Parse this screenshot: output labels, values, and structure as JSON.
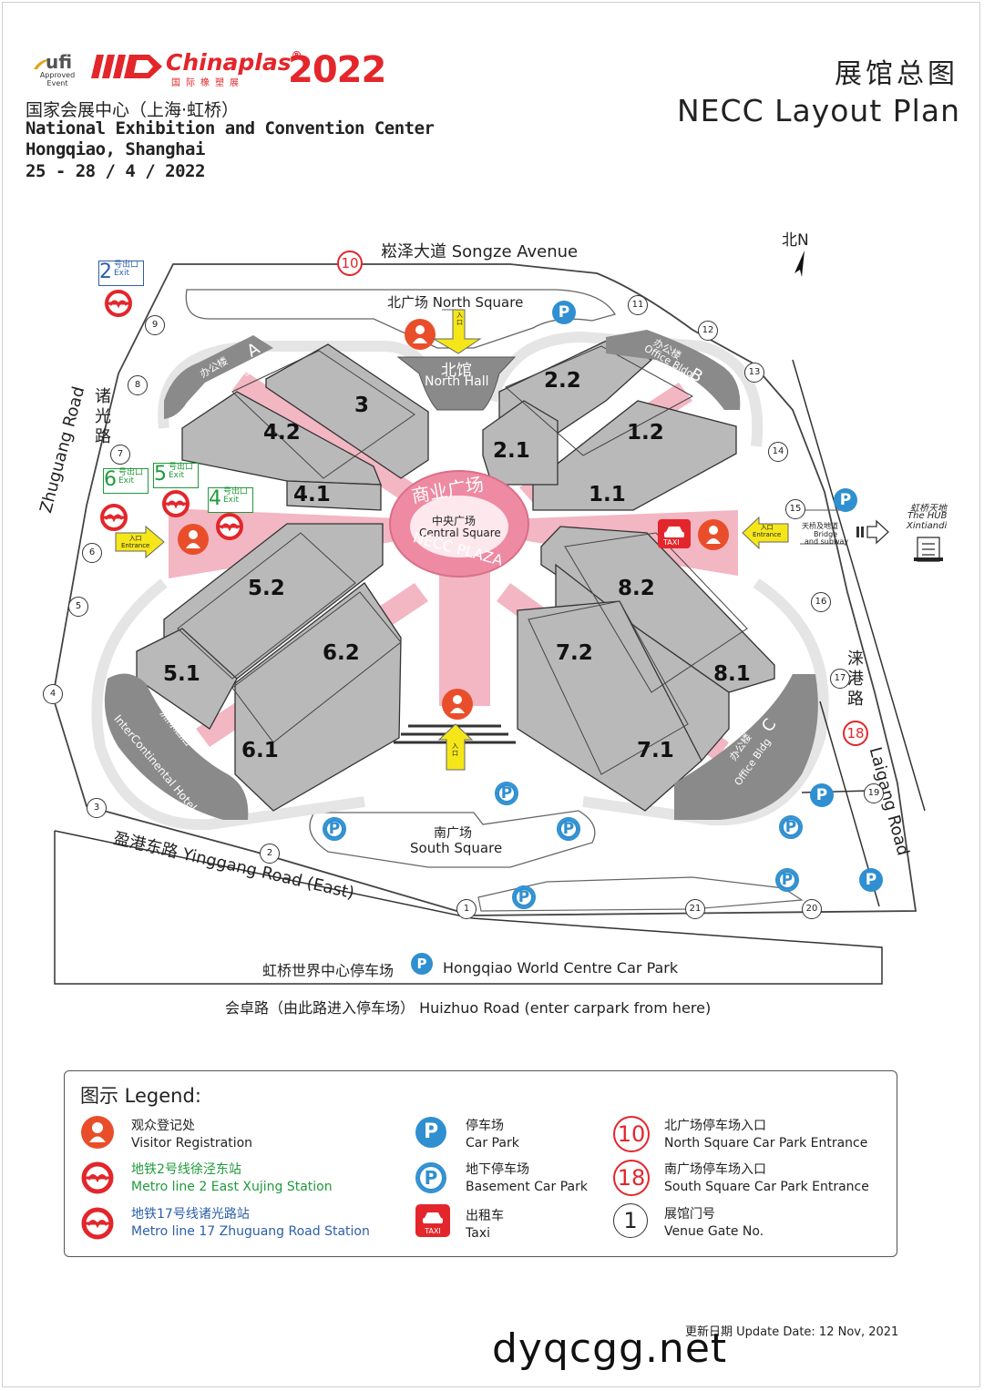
{
  "header": {
    "ufi_logo": "ufi",
    "ufi_approved": "Approved",
    "ufi_event": "Event",
    "brand_name": "Chinaplas",
    "brand_registered": "®",
    "brand_cn": "国际橡塑展",
    "brand_year": "2022",
    "venue_cn": "国家会展中心（上海·虹桥）",
    "venue_en_line1": "National Exhibition and Convention Center",
    "venue_en_line2": "Hongqiao, Shanghai",
    "dates": "25 - 28 / 4 / 2022",
    "title_cn": "展馆总图",
    "title_en": "NECC Layout Plan"
  },
  "roads": {
    "north": "崧泽大道 Songze Avenue",
    "west_cn": "诸光路",
    "west_en": "Zhuguang Road",
    "east_cn": "涞港路",
    "east_en": "Laigang Road",
    "south": "盈港东路 Yinggang Road (East)",
    "huizhuo": "会卓路（由此路进入停车场） Huizhuo Road (enter carpark from here)",
    "hongqiao_car_park_cn": "虹桥世界中心停车场",
    "hongqiao_car_park_en": "Hongqiao World Centre Car Park"
  },
  "compass": {
    "label": "北N"
  },
  "areas": {
    "north_square": "北广场 North Square",
    "south_square_cn": "南广场",
    "south_square_en": "South Square",
    "north_hall_cn": "北馆",
    "north_hall_en": "North Hall",
    "plaza_cn": "商业广场",
    "central_cn": "中央广场",
    "central_en": "Central Square",
    "plaza_en": "NECC PLAZA",
    "office_a_cn": "办公楼",
    "office_a_en": "Office Bldg",
    "office_a_letter": "A",
    "office_b_cn": "办公楼",
    "office_b_en": "Office Bldg",
    "office_b_letter": "B",
    "office_c_cn": "办公楼",
    "office_c_en": "Office Bldg",
    "office_c_letter": "C",
    "hotel_cn": "洲际酒店",
    "hotel_en": "InterContinental Hotel",
    "bridge_cn": "天桥及地道",
    "bridge_en1": "Bridge",
    "bridge_en2": "and subway",
    "hub_cn": "虹桥天地",
    "hub_en1": "The HUB",
    "hub_en2": "Xintiandi"
  },
  "halls": [
    "3",
    "4.2",
    "4.1",
    "2.2",
    "2.1",
    "1.2",
    "1.1",
    "5.2",
    "5.1",
    "6.2",
    "6.1",
    "8.2",
    "8.1",
    "7.2",
    "7.1"
  ],
  "entrance_cn": "入口",
  "entrance_en": "Entrance",
  "taxi_label": "TAXI",
  "exits": {
    "exit2": {
      "num": "2",
      "cn": "号出口",
      "en": "Exit"
    },
    "exit6": {
      "num": "6",
      "cn": "号出口",
      "en": "Exit"
    },
    "exit5": {
      "num": "5",
      "cn": "号出口",
      "en": "Exit"
    },
    "exit4": {
      "num": "4",
      "cn": "号出口",
      "en": "Exit"
    }
  },
  "gates": [
    "1",
    "2",
    "3",
    "4",
    "5",
    "6",
    "7",
    "8",
    "9",
    "11",
    "12",
    "13",
    "14",
    "15",
    "16",
    "17",
    "19",
    "20",
    "21"
  ],
  "car_park_entrances": [
    "10",
    "18"
  ],
  "legend": {
    "title": "图示 Legend:",
    "items": [
      {
        "cn": "观众登记处",
        "en": "Visitor Registration"
      },
      {
        "cn": "地铁2号线徐泾东站",
        "en": "Metro line 2 East Xujing Station"
      },
      {
        "cn": "地铁17号线诸光路站",
        "en": "Metro line 17 Zhuguang Road Station"
      },
      {
        "cn": "停车场",
        "en": "Car Park"
      },
      {
        "cn": "地下停车场",
        "en": "Basement Car Park"
      },
      {
        "cn": "出租车",
        "en": "Taxi"
      },
      {
        "cn": "北广场停车场入口",
        "en": "North Square Car Park Entrance",
        "icon": "10"
      },
      {
        "cn": "南广场停车场入口",
        "en": "South Square Car Park Entrance",
        "icon": "18"
      },
      {
        "cn": "展馆门号",
        "en": "Venue Gate No.",
        "icon": "1"
      }
    ]
  },
  "update_date": "更新日期 Update Date: 12 Nov, 2021",
  "watermark": "dyqcgg.net",
  "colors": {
    "brand_red": "#e3262b",
    "metro_green": "#1f9a3b",
    "metro_blue": "#2c5fa8",
    "parking_blue": "#2f8fd0",
    "hall_grey": "#b9b9b9",
    "pink_walkway": "#f3b6c3",
    "plaza_pink": "#ee8aa2",
    "entrance_yellow": "#f5e61a",
    "registration_orange": "#e94e2a"
  }
}
